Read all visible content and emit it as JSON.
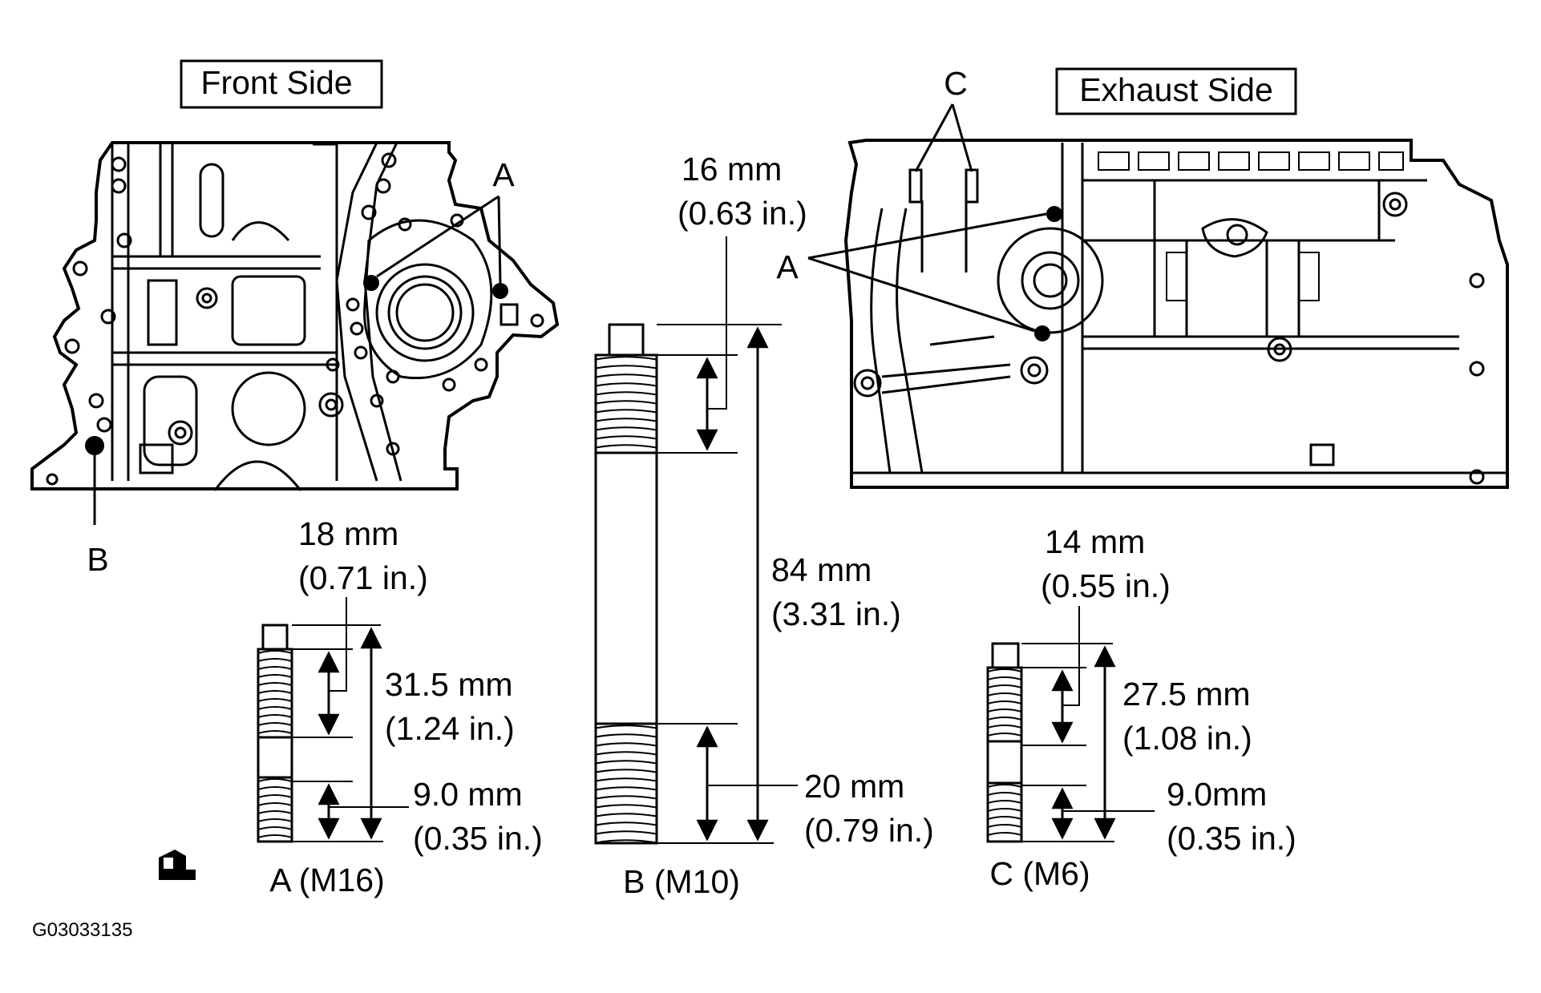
{
  "titles": {
    "front_side": "Front Side",
    "exhaust_side": "Exhaust Side"
  },
  "callouts": {
    "a": "A",
    "b": "B",
    "c": "C"
  },
  "stud_a": {
    "name": "A (M16)",
    "thread_top": "18 mm",
    "thread_top_in": "(0.71 in.)",
    "length": "31.5 mm",
    "length_in": "(1.24 in.)",
    "thread_bottom": "9.0 mm",
    "thread_bottom_in": "(0.35 in.)"
  },
  "stud_b": {
    "name": "B (M10)",
    "thread_top": "16 mm",
    "thread_top_in": "(0.63 in.)",
    "length": "84 mm",
    "length_in": "(3.31 in.)",
    "thread_bottom": "20 mm",
    "thread_bottom_in": "(0.79 in.)"
  },
  "stud_c": {
    "name": "C (M6)",
    "thread_top": "14 mm",
    "thread_top_in": "(0.55 in.)",
    "length": "27.5 mm",
    "length_in": "(1.08 in.)",
    "thread_bottom": "9.0mm",
    "thread_bottom_in": "(0.35 in.)"
  },
  "figure_code": "G03033135"
}
